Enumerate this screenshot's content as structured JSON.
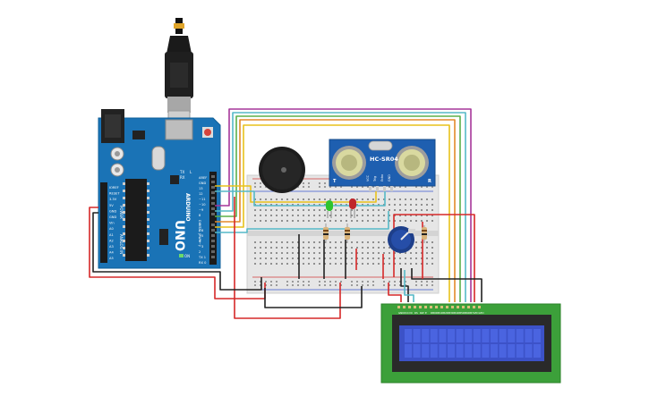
{
  "arduino": {
    "brand": "ARDUINO",
    "model": "UNO",
    "on_label": "ON",
    "header_labels_top": [
      "AREF",
      "GND",
      "13",
      "12",
      "~11",
      "~10",
      "~9",
      "8",
      "7",
      "~6",
      "~5",
      "4",
      "~3",
      "2",
      "TX 1",
      "RX 0"
    ],
    "header_labels_left": [
      "IOREF",
      "RESET",
      "3.3V",
      "5V",
      "GND",
      "GND",
      "Vin",
      "A0",
      "A1",
      "A2",
      "A3",
      "A4",
      "A5"
    ],
    "section_labels": [
      "DIGITAL (PWM~)",
      "POWER",
      "ANALOG IN"
    ],
    "tx_label": "TX",
    "rx_label": "RX",
    "l_label": "L"
  },
  "sensor": {
    "model": "HC-SR04",
    "pins": [
      "VCC",
      "Trig",
      "Echo",
      "GND"
    ],
    "side_left": "T",
    "side_right": "R"
  },
  "lcd": {
    "columns": 16,
    "rows": 2,
    "pin_labels": [
      "GND",
      "VCC",
      "V0",
      "RS",
      "RW",
      "E",
      "DB0",
      "DB1",
      "DB2",
      "DB3",
      "DB4",
      "DB5",
      "DB6",
      "DB7",
      "LED",
      "LED"
    ]
  },
  "colors": {
    "board": "#1a73b6",
    "breadboard": "#e6e6e6",
    "lcd_pcb": "#3ca03a",
    "lcd_screen": "#3c52c8",
    "wire_red": "#d62828",
    "wire_black": "#222222",
    "wire_cyan": "#55b9c7",
    "wire_yellow": "#e8c21c",
    "wire_purple": "#a6369a",
    "wire_green": "#5bb04a",
    "wire_orange": "#e38a2a",
    "led_green": "#2ec42e",
    "led_red": "#c0262a"
  }
}
